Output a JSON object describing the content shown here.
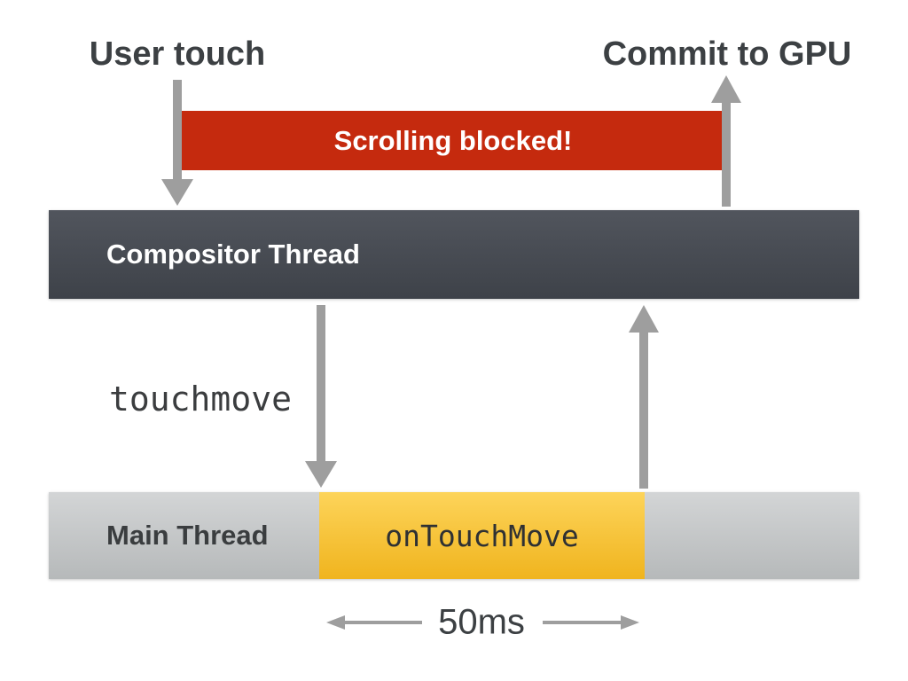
{
  "diagram": {
    "headings": {
      "user_touch": "User touch",
      "commit_gpu": "Commit to GPU"
    },
    "banner": {
      "label": "Scrolling blocked!"
    },
    "compositor_bar": {
      "label": "Compositor Thread"
    },
    "main_bar": {
      "label": "Main Thread",
      "task_label": "onTouchMove"
    },
    "event_label": "touchmove",
    "duration_label": "50ms",
    "colors": {
      "banner_red": "#C52A0E",
      "banner_text": "#FFFFFF",
      "bar_dark_top": "#51555D",
      "bar_dark_bottom": "#3E4249",
      "bar_gray_top": "#D3D5D6",
      "bar_gray_bottom": "#B6B9BA",
      "task_yellow_top": "#FDD45A",
      "task_yellow_bottom": "#F0B41E",
      "arrow_gray": "#9E9E9E",
      "heading_text": "#3C4043"
    }
  }
}
